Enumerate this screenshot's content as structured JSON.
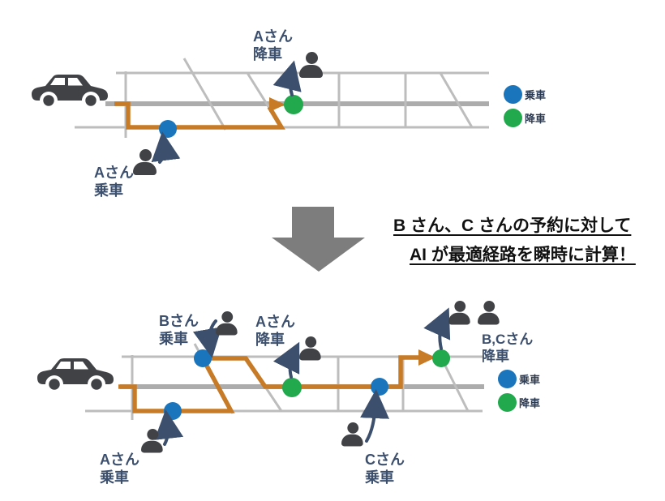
{
  "before": {
    "labels": {
      "a_alight": {
        "l1": "Aさん",
        "l2": "降車"
      },
      "a_board": {
        "l1": "Aさん",
        "l2": "乗車"
      }
    },
    "legend": {
      "board": "乗車",
      "alight": "降車"
    }
  },
  "transition": {
    "caption_l1": "B さん、C さんの予約に対して",
    "caption_l2": "AI が最適経路を瞬時に計算！"
  },
  "after": {
    "labels": {
      "b_board": {
        "l1": "Bさん",
        "l2": "乗車"
      },
      "a_alight": {
        "l1": "Aさん",
        "l2": "降車"
      },
      "bc_alight": {
        "l1": "B,Cさん",
        "l2": "降車"
      },
      "a_board": {
        "l1": "Aさん",
        "l2": "乗車"
      },
      "c_board": {
        "l1": "Cさん",
        "l2": "乗車"
      }
    },
    "legend": {
      "board": "乗車",
      "alight": "降車"
    }
  },
  "colors": {
    "route": "#C77B27",
    "board": "#1B75BC",
    "alight": "#22A84D",
    "navy": "#3C4F6D",
    "person": "#414246",
    "road": "#BDBDBD",
    "roadMain": "#ACACAC",
    "grayArrow": "#7D7D7D",
    "caption": "#111111"
  }
}
